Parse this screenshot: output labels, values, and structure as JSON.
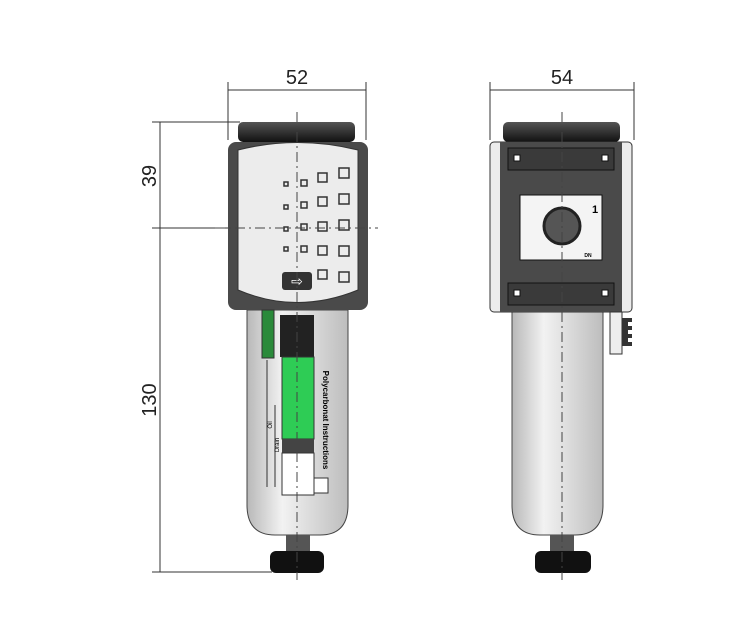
{
  "dimensions": {
    "front_width": "52",
    "side_width": "54",
    "head_height": "39",
    "bowl_height": "130"
  },
  "front_view": {
    "bowl_label": "Polycarbonat Instructions",
    "oil_label": "Oil",
    "drain_label": "Drain"
  },
  "side_view": {
    "port_number": "1",
    "port_size": "DN"
  },
  "colors": {
    "level_green": "#2ecc55",
    "frame": "#555555",
    "bowl": "#dddddd"
  }
}
